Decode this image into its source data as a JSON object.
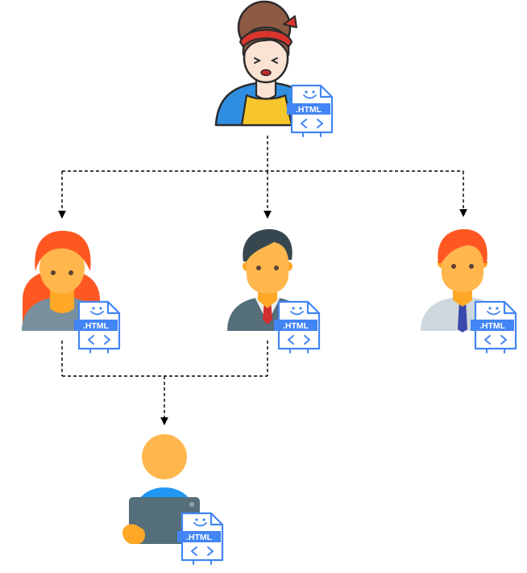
{
  "diagram": {
    "file_label": ".HTML",
    "code_glyph": "< >",
    "nodes": [
      {
        "id": "origin",
        "figure": "woman-bandana-avatar",
        "has_file": true
      },
      {
        "id": "recipient-left",
        "figure": "red-haired-woman-avatar",
        "has_file": true
      },
      {
        "id": "recipient-middle",
        "figure": "businessman-avatar",
        "has_file": true
      },
      {
        "id": "recipient-right",
        "figure": "red-haired-man-avatar",
        "has_file": true
      },
      {
        "id": "merged",
        "figure": "laptop-user-avatar",
        "has_file": true
      }
    ],
    "edges": [
      {
        "from": "origin",
        "to": "recipient-left",
        "style": "dashed"
      },
      {
        "from": "origin",
        "to": "recipient-middle",
        "style": "dashed"
      },
      {
        "from": "origin",
        "to": "recipient-right",
        "style": "dashed"
      },
      {
        "from": "recipient-left",
        "to": "merged",
        "style": "dashed"
      },
      {
        "from": "recipient-middle",
        "to": "merged",
        "style": "dashed"
      }
    ],
    "colors": {
      "file_stroke": "#4285f4",
      "file_tag": "#4285f4",
      "skin": "#ffb74d",
      "red_hair": "#ff5722",
      "dark_hair": "#37474f",
      "connector": "#000000"
    }
  }
}
